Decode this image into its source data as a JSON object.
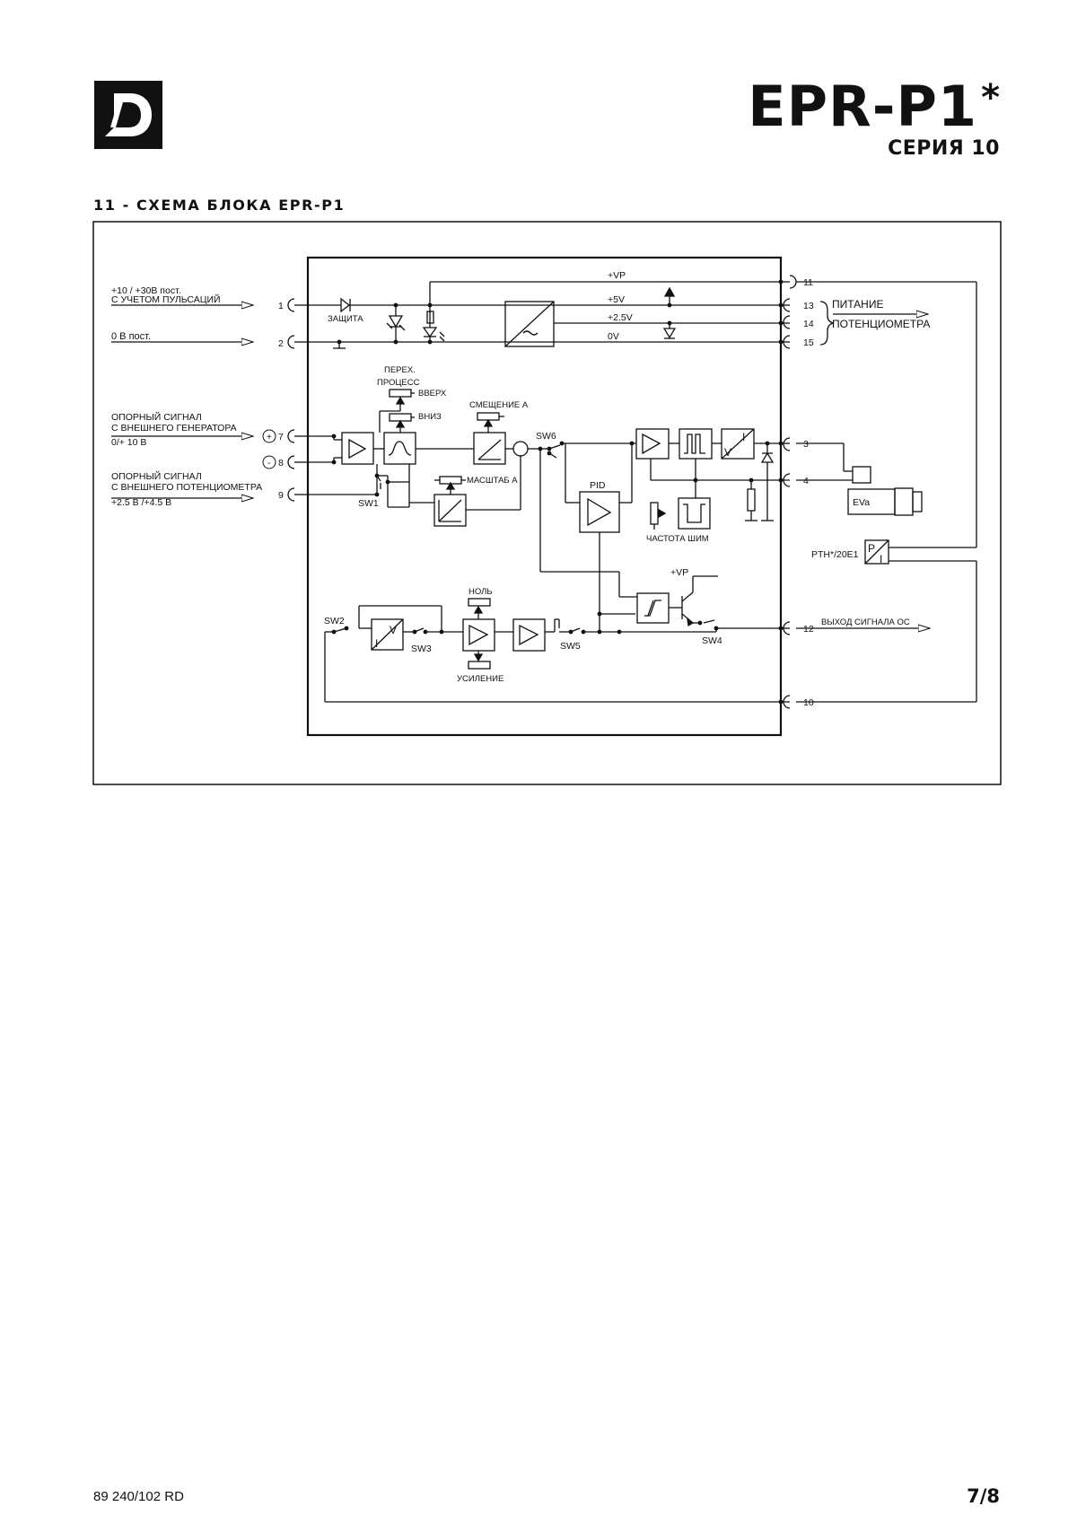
{
  "header": {
    "logo_letter": "D",
    "model": "EPR-P1",
    "model_mark": "*",
    "series": "СЕРИЯ 10"
  },
  "section": {
    "title": "11 - СХЕМА БЛОКА EPR-P1"
  },
  "diagram": {
    "inputs": {
      "supply_line1": "+10 / +30В пост.",
      "supply_line2": "С УЧЕТОМ ПУЛЬСАЦИЙ",
      "zero": "0 В пост.",
      "gen_line1": "ОПОРНЫЙ СИГНАЛ",
      "gen_line2": "С ВНЕШНЕГО ГЕНЕРАТОРА",
      "gen_range": "0/+ 10 В",
      "pot_line1": "ОПОРНЫЙ СИГНАЛ",
      "pot_line2": "С ВНЕШНЕГО ПОТЕНЦИОМЕТРА",
      "pot_range": "+2.5 В /+4.5 В"
    },
    "terminals": {
      "t1": "1",
      "t2": "2",
      "t7": "7",
      "t8": "8",
      "t9": "9",
      "t11": "11",
      "t13": "13",
      "t14": "14",
      "t15": "15",
      "t3": "3",
      "t4": "4",
      "t12": "12",
      "t10": "10"
    },
    "rails": {
      "vp": "+VP",
      "v5": "+5V",
      "v25": "+2.5V",
      "v0": "0V"
    },
    "labels": {
      "protection": "ЗАЩИТА",
      "switch_line1": "ПЕРЕХ.",
      "switch_line2": "ПРОЦЕСС",
      "up": "ВВЕРХ",
      "down": "ВНИЗ",
      "offset": "СМЕЩЕНИЕ А",
      "scale": "МАСШТАБ А",
      "pid": "PID",
      "pwm_freq": "ЧАСТОТА ШИМ",
      "zero_adj": "НОЛЬ",
      "gain": "УСИЛЕНИЕ",
      "vp2": "+VP",
      "sw1": "SW1",
      "sw2": "SW2",
      "sw3": "SW3",
      "sw4": "SW4",
      "sw5": "SW5",
      "sw6": "SW6",
      "plus": "+",
      "minus": "-",
      "pot_supply_line1": "ПИТАНИЕ",
      "pot_supply_line2": "ПОТЕНЦИОМЕТРА",
      "feedback_out": "ВЫХОД СИГНАЛА ОС",
      "valve": "EVa",
      "transducer": "PTH*/20E1",
      "v_letter": "V",
      "i_letter": "I",
      "p_letter": "P"
    }
  },
  "footer": {
    "doc_number": "89 240/102 RD",
    "page": "7/8"
  }
}
